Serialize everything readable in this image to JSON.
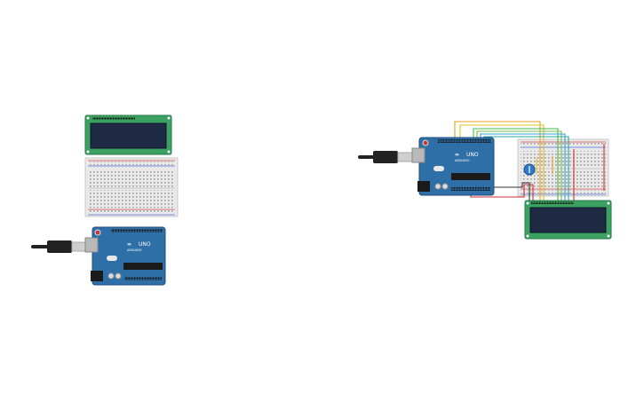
{
  "colors": {
    "arduino_board": "#2f6fa7",
    "arduino_dark": "#1f4f7d",
    "lcd_pcb": "#3aa160",
    "lcd_screen": "#1e2a44",
    "breadboard": "#e9e9e9",
    "rail_red": "#d94a4a",
    "rail_blue": "#4a6fd9",
    "wire_orange": "#e8a020",
    "wire_yellow": "#e0c020",
    "wire_green": "#49b84a",
    "wire_blue": "#3aa0d8",
    "wire_teal": "#2aa8a0",
    "wire_red": "#d03030",
    "wire_black": "#333333",
    "usb_black": "#222222",
    "usb_silver": "#cfcfcf",
    "pot_blue": "#2f79c8"
  },
  "left_group": {
    "arduino": {
      "logo_text": "UNO",
      "name_text": "ARDUINO"
    },
    "lcd": {},
    "breadboard": {},
    "usb": {}
  },
  "right_group": {
    "arduino": {
      "logo_text": "UNO",
      "name_text": "ARDUINO"
    },
    "lcd": {},
    "breadboard": {},
    "potentiometer": {},
    "usb": {}
  }
}
